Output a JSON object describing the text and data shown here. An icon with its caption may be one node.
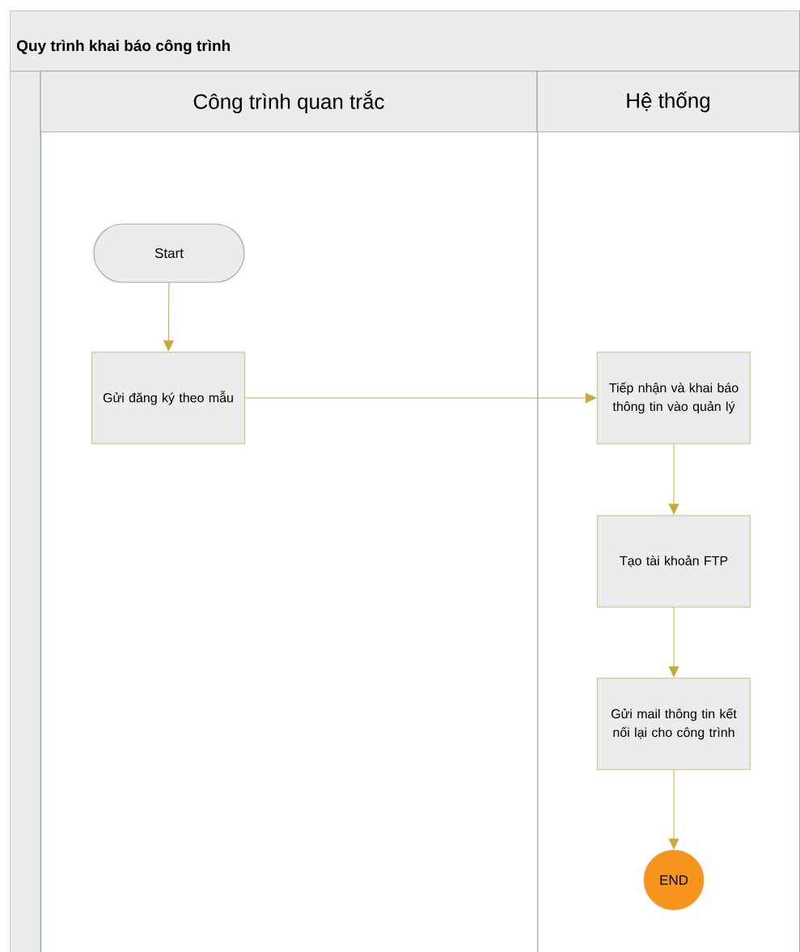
{
  "diagram": {
    "nodes": [
      {
        "text": [
          "Quy trình khai báo công trình"
        ]
      },
      {
        "text": [
          "Công trình quan trắc"
        ],
        "in": 0
      },
      {
        "text": [
          "Hệ thống"
        ],
        "in": 0
      },
      {
        "text": [
          "Start"
        ],
        "in": 1
      },
      {
        "text": [
          "Gửi đăng ký theo mẫu"
        ],
        "in": 1
      },
      {
        "text": [
          "Tiếp nhận và khai báo thông tin vào quản lý"
        ],
        "in": 2
      },
      {
        "text": [
          "Tạo tài khoản FTP"
        ],
        "in": 2
      },
      {
        "text": [
          "Gửi mail thông tin kết nối lại cho công trình"
        ],
        "in": 2
      },
      {
        "text": [
          "END"
        ],
        "in": 2
      }
    ],
    "edges": [
      {
        "from": 3,
        "to": 4,
        "arrow": "to"
      },
      {
        "from": 4,
        "to": 5,
        "arrow": "to"
      },
      {
        "from": 5,
        "to": 6,
        "arrow": "to"
      },
      {
        "from": 6,
        "to": 7,
        "arrow": "to"
      },
      {
        "from": 7,
        "to": 8,
        "arrow": "to"
      }
    ]
  }
}
